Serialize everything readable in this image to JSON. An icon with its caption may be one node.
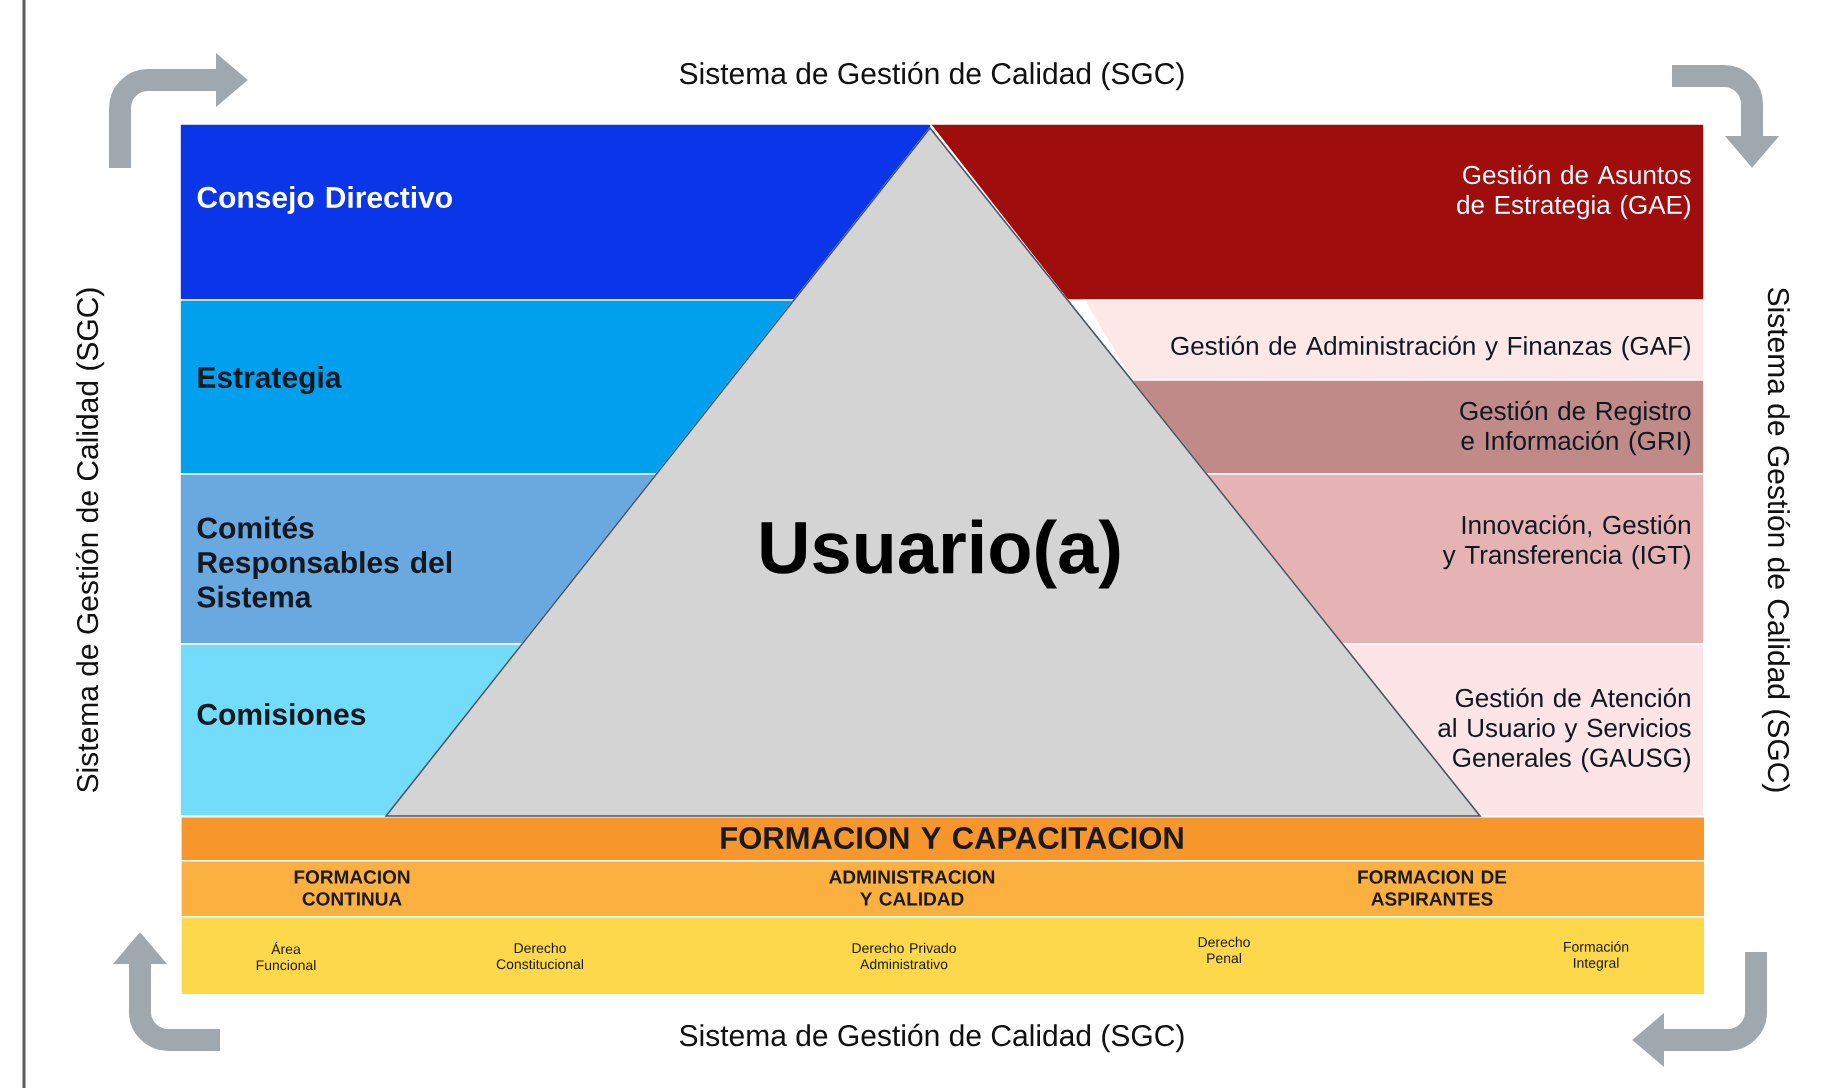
{
  "diagram": {
    "nodes": [
      {
        "text": [
          "Consejo Directivo"
        ]
      },
      {
        "text": [
          "Estrategia"
        ]
      },
      {
        "text": [
          "Comités Responsables del Sistema"
        ]
      },
      {
        "text": [
          "Comisiones"
        ]
      },
      {
        "text": [
          "Gestión de Asuntos de Estrategia (GAE)"
        ]
      },
      {
        "text": [
          "Gestión de Administración y Finanzas (GAF)"
        ]
      },
      {
        "text": [
          "Gestión de Registro e Información (GRI)"
        ]
      },
      {
        "text": [
          "Innovación, Gestión y Transferencia (IGT)"
        ]
      },
      {
        "text": [
          "Gestión de Atención al Usuario y Servicios Generales (GAUSG)"
        ]
      },
      {
        "text": [
          "Usuario(a)"
        ]
      },
      {
        "text": [
          "FORMACION Y CAPACITACION"
        ]
      },
      {
        "text": [
          "FORMACION CONTINUA",
          "ADMINISTRACION Y CALIDAD",
          "FORMACION DE ASPIRANTES"
        ]
      },
      {
        "text": [
          "Área Funcional",
          "Derecho Constitucional",
          "Derecho Privado Administrativo",
          "Derecho Penal",
          "Formación Integral"
        ]
      }
    ],
    "labels": [
      "Sistema de Gestión de Calidad (SGC)",
      "Sistema de Gestión de Calidad (SGC)",
      "Sistema de Gestión de Calidad (SGC)",
      "Sistema de Gestión de Calidad (SGC)"
    ]
  }
}
